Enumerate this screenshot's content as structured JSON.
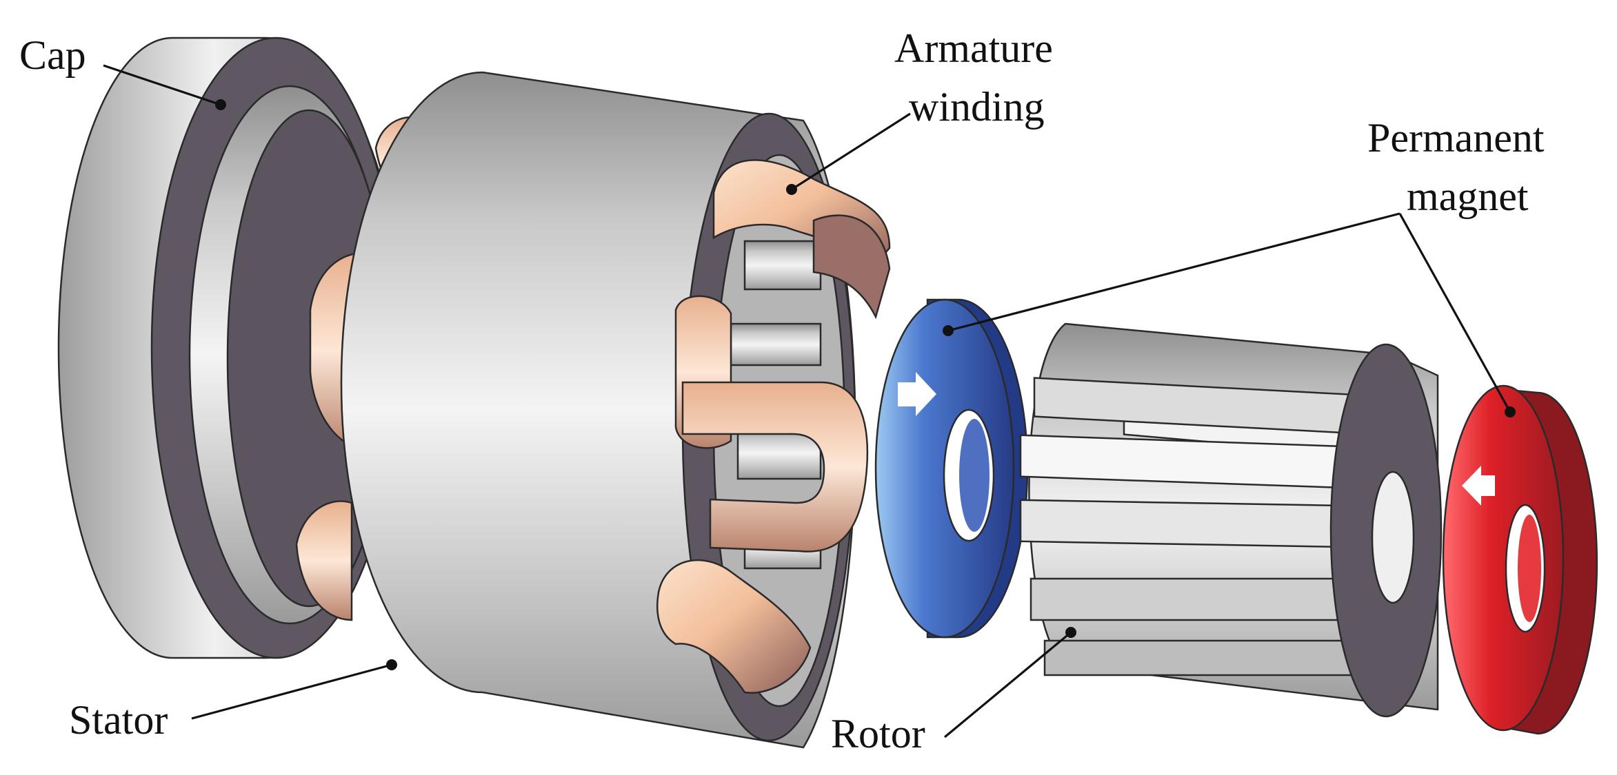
{
  "labels": {
    "cap": "Cap",
    "armature_line1": "Armature",
    "armature_line2": "winding",
    "magnet_line1": "Permanent",
    "magnet_line2": "magnet",
    "stator": "Stator",
    "rotor": "Rotor"
  },
  "colors": {
    "steel_light": "#f2f2f2",
    "steel_mid": "#b9b9b9",
    "steel_dark": "#8c8c8c",
    "steel_face": "#5e5762",
    "copper_light": "#f7d3b4",
    "copper_mid": "#d99a78",
    "copper_dark": "#7d5552",
    "magnet_blue": "#2e4796",
    "magnet_blue_light": "#6f9be0",
    "magnet_red": "#d8232a",
    "magnet_red_dark": "#8a1a20",
    "arrow": "#ffffff",
    "text": "#111111"
  },
  "icons": {
    "blue_magnet_arrow": "right-arrow-icon",
    "red_magnet_arrow": "left-arrow-icon"
  }
}
